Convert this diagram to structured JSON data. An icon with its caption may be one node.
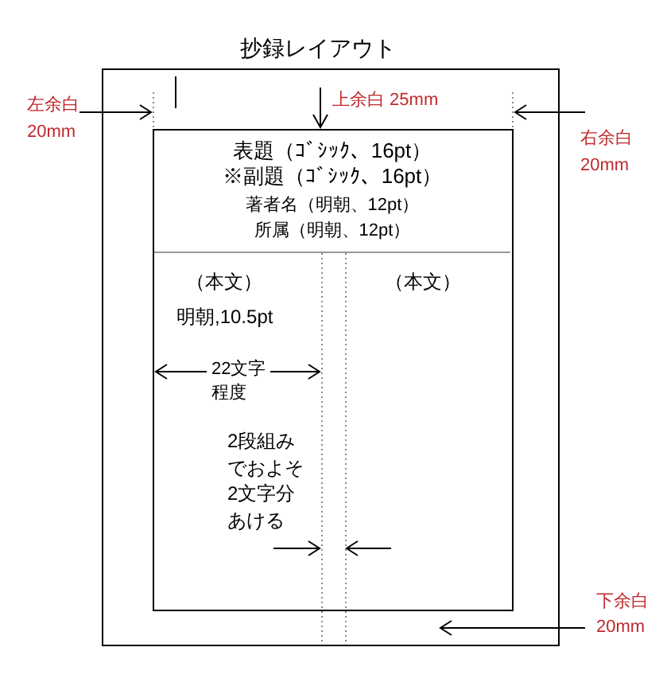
{
  "diagram": {
    "title": "抄録レイアウト",
    "nodes": [
      {
        "text": [],
        "shape": "box"
      },
      {
        "text": [],
        "shape": "box",
        "in": 0
      },
      {
        "text": [
          "表題（ｺﾞｼｯｸ、16pt）",
          "※副題（ｺﾞｼｯｸ、16pt）",
          "著者名（明朝、12pt）",
          "所属（明朝、12pt）"
        ],
        "in": 1
      },
      {
        "text": [
          "（本文）",
          "明朝,10.5pt"
        ],
        "in": 1
      },
      {
        "text": [
          "（本文）"
        ],
        "in": 1
      }
    ],
    "labels": [
      "左余白20mm",
      "上余白 25mm",
      "右余白20mm",
      "22文字程度",
      "2段組みでおよそ2文字分あける",
      "下余白20mm"
    ]
  }
}
